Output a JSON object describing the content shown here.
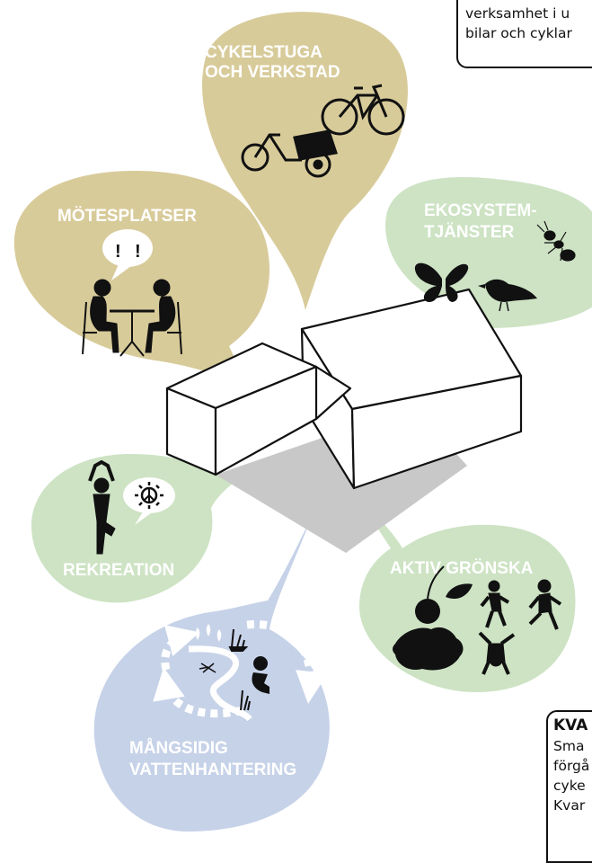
{
  "colors": {
    "tan": "#d8cb9a",
    "green": "#cde3c4",
    "blue": "#c6d2e8",
    "shadow": "#c8c8c8",
    "ink": "#111111"
  },
  "bubbles": {
    "cykelstuga": {
      "lines": [
        "CYKELSTUGA",
        "OCH VERKSTAD"
      ],
      "icons": [
        "bicycle-icon",
        "cargo-bike-icon"
      ]
    },
    "motesplatser": {
      "lines": [
        "MÖTESPLATSER"
      ],
      "icons": [
        "speech-bubble-icon",
        "two-people-table-icon"
      ],
      "exclamations": [
        "!",
        "!"
      ]
    },
    "ekosystem": {
      "lines": [
        "EKOSYSTEM-",
        "TJÄNSTER"
      ],
      "icons": [
        "ant-icon",
        "butterfly-icon",
        "bird-icon"
      ]
    },
    "rekreation": {
      "lines": [
        "REKREATION"
      ],
      "icons": [
        "yoga-figure-icon",
        "peace-sun-icon"
      ]
    },
    "aktiv": {
      "lines": [
        "AKTIV GRÖNSKA"
      ],
      "icons": [
        "cherries-icon",
        "leaf-icon",
        "oak-leaf-icon",
        "running-child-icon",
        "cartwheel-child-icon"
      ]
    },
    "vatten": {
      "lines": [
        "MÅNGSIDIG",
        "VATTENHANTERING"
      ],
      "icons": [
        "water-cycle-arrows-icon",
        "raindrops-icon",
        "reeds-icon",
        "dragonfly-icon",
        "crouching-child-icon"
      ]
    }
  },
  "text_top": [
    "verksamhet i u",
    "bilar och cyklar"
  ],
  "text_bottom": {
    "heading": "KVA",
    "lines": [
      "Sma",
      "förgå",
      "cyke",
      "Kvar"
    ]
  }
}
